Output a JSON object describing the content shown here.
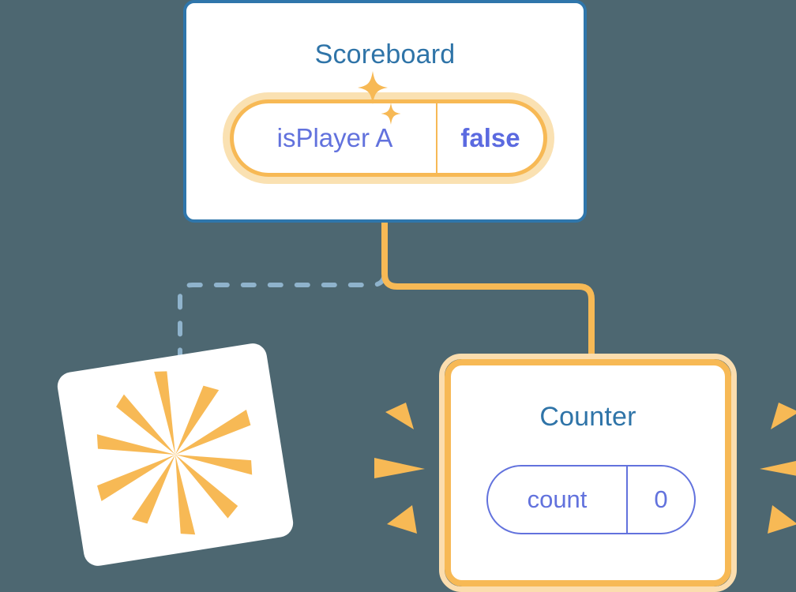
{
  "theme": {
    "background": "#4d6771",
    "card_background": "#ffffff",
    "title_color": "#2f74a8",
    "scoreboard_border": "#2f76ab",
    "highlight_orange": "#f7b955",
    "highlight_orange_light": "#fbddae",
    "pill_purple": "#6272dd",
    "value_purple": "#5b6ae0",
    "dashed_line_color": "#8fb3cc",
    "ray_color": "#f7b955"
  },
  "scoreboard": {
    "title": "Scoreboard",
    "state_row": {
      "key": "isPlayer A",
      "value": "false",
      "highlighted": true
    },
    "sparkle_count": 2
  },
  "counter": {
    "title": "Counter",
    "state_row": {
      "key": "count",
      "value": "0",
      "highlighted": false
    },
    "highlighted": true,
    "left_ray_count": 3,
    "right_ray_count": 3
  },
  "burst_card": {
    "ray_count": 10,
    "rotation_degrees": -9
  },
  "connectors": [
    {
      "name": "scoreboard-to-counter",
      "style": "solid",
      "color": "#f7b955",
      "from": "Scoreboard",
      "to": "Counter"
    },
    {
      "name": "scoreboard-to-burst-card",
      "style": "dashed",
      "color": "#8fb3cc",
      "from": "Scoreboard",
      "to": "burst-card"
    }
  ]
}
